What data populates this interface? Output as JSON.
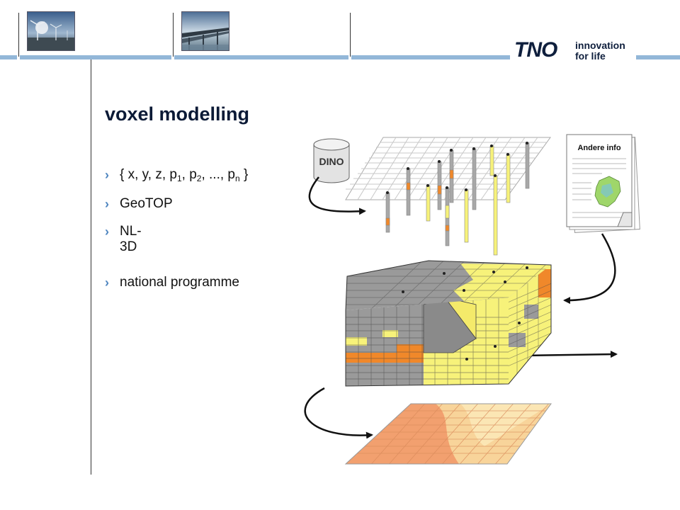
{
  "slide": {
    "title": "voxel modelling",
    "bullets": {
      "coords_open": "{ x, y, z, p",
      "s1": "1",
      "sep1": ", p",
      "s2": "2",
      "sep2": ", ..., p",
      "sn": "n",
      "coords_close": " }",
      "item2": "GeoTOP",
      "item3": "NL-3D",
      "item4": "national programme"
    },
    "bullet_glyph": "›"
  },
  "header": {
    "logo_mark": "TNO",
    "tagline_line1": "innovation",
    "tagline_line2": "for life",
    "bar_color": "#93b7d8"
  },
  "diagram": {
    "database_label": "DINO",
    "document_title": "Andere info"
  },
  "colors": {
    "title": "#0b1a36",
    "chevron": "#4f86c0",
    "gray_voxel": "#9a9a9a",
    "yellow_voxel": "#f7f27a",
    "orange_voxel": "#f0882a",
    "map_orange": "#f2a06f",
    "map_yellow": "#f8d49a"
  }
}
